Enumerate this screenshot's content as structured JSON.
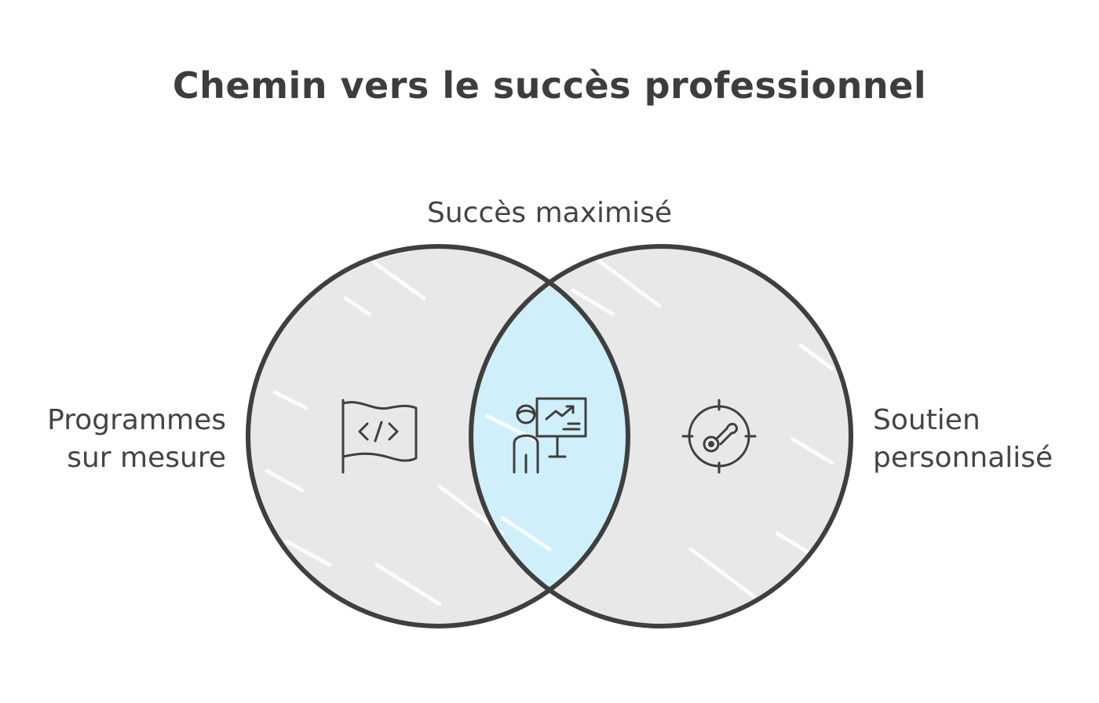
{
  "title": "Chemin vers le succès professionnel",
  "labels": {
    "top": "Succès maximisé",
    "left_line1": "Programmes",
    "left_line2": "sur mesure",
    "right_line1": "Soutien",
    "right_line2": "personnalisé"
  },
  "icons": {
    "left": "code-flag-icon",
    "center": "presenter-chart-icon",
    "right": "target-key-icon"
  },
  "colors": {
    "circle_fill": "#e8e8e8",
    "intersection_fill": "#cfeffa",
    "stroke": "#3f3f3f",
    "text": "#444444"
  }
}
